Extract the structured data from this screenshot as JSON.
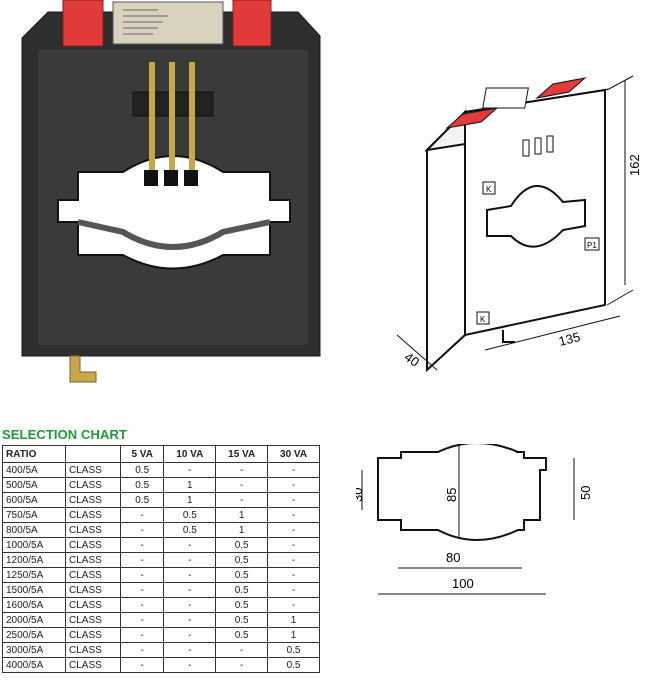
{
  "iso_drawing": {
    "height_dim": "162",
    "width_dim": "135",
    "depth_dim": "40",
    "terminal_labels": [
      "K",
      "P1",
      "K"
    ]
  },
  "section_drawing": {
    "dim_30": "30",
    "dim_85": "85",
    "dim_50": "50",
    "dim_80": "80",
    "dim_100": "100"
  },
  "selection_chart": {
    "title": "SELECTION CHART",
    "headers": [
      "RATIO",
      "",
      "5 VA",
      "10 VA",
      "15 VA",
      "30 VA"
    ],
    "rows": [
      [
        "400/5A",
        "CLASS",
        "0.5",
        "-",
        "-",
        "-"
      ],
      [
        "500/5A",
        "CLASS",
        "0.5",
        "1",
        "-",
        "-"
      ],
      [
        "600/5A",
        "CLASS",
        "0.5",
        "1",
        "-",
        "-"
      ],
      [
        "750/5A",
        "CLASS",
        "-",
        "0.5",
        "1",
        "-"
      ],
      [
        "800/5A",
        "CLASS",
        "-",
        "0.5",
        "1",
        "-"
      ],
      [
        "1000/5A",
        "CLASS",
        "-",
        "-",
        "0.5",
        "-"
      ],
      [
        "1200/5A",
        "CLASS",
        "-",
        "-",
        "0.5",
        "-"
      ],
      [
        "1250/5A",
        "CLASS",
        "-",
        "-",
        "0.5",
        "-"
      ],
      [
        "1500/5A",
        "CLASS",
        "-",
        "-",
        "0.5",
        "-"
      ],
      [
        "1600/5A",
        "CLASS",
        "-",
        "-",
        "0.5",
        "-"
      ],
      [
        "2000/5A",
        "CLASS",
        "-",
        "-",
        "0.5",
        "1"
      ],
      [
        "2500/5A",
        "CLASS",
        "-",
        "-",
        "0.5",
        "1"
      ],
      [
        "3000/5A",
        "CLASS",
        "-",
        "-",
        "-",
        "0.5"
      ],
      [
        "4000/5A",
        "CLASS",
        "-",
        "-",
        "-",
        "0.5"
      ]
    ]
  },
  "colors": {
    "title_green": "#1e9a38",
    "terminal_red": "#e23b3b",
    "body_black": "#2b2b2b"
  }
}
